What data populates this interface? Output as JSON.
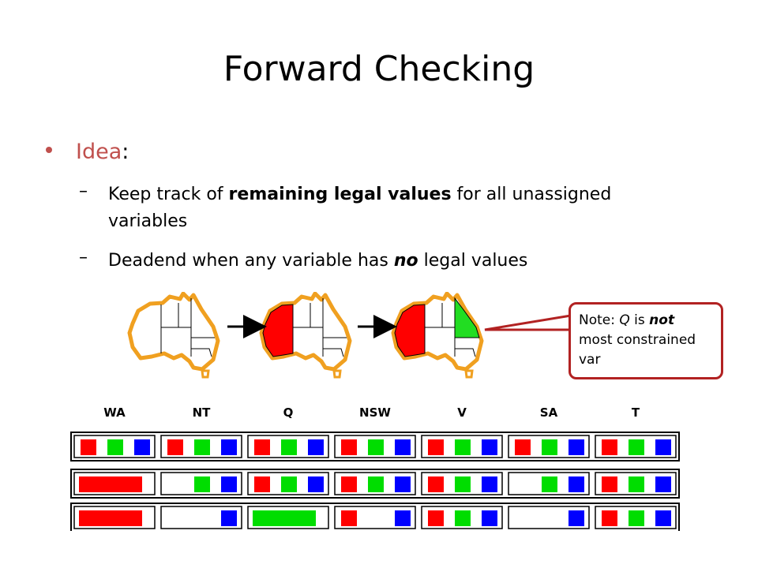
{
  "slide": {
    "title": "Forward Checking",
    "bullet": {
      "label": "Idea",
      "colon": ":"
    },
    "sub1": {
      "prefix": "Keep track of ",
      "bold": "remaining legal values",
      "suffix_line1": " for all unassigned",
      "line2": "variables"
    },
    "sub2": {
      "prefix": "Deadend when any variable has ",
      "italic_bold": "no",
      "suffix": " legal values"
    },
    "callout": {
      "prefix": "Note: ",
      "var": "Q",
      "mid": " is ",
      "emph": "not",
      "rest": "most constrained var"
    }
  },
  "colors": {
    "accent": "#c0504d",
    "red": "#ff0000",
    "green": "#00dd00",
    "blue": "#0000ff",
    "map_outline": "#f0a020"
  },
  "table": {
    "headers": [
      "WA",
      "NT",
      "Q",
      "NSW",
      "V",
      "SA",
      "T"
    ],
    "rows": [
      [
        [
          "r",
          "g",
          "b"
        ],
        [
          "r",
          "g",
          "b"
        ],
        [
          "r",
          "g",
          "b"
        ],
        [
          "r",
          "g",
          "b"
        ],
        [
          "r",
          "g",
          "b"
        ],
        [
          "r",
          "g",
          "b"
        ],
        [
          "r",
          "g",
          "b"
        ]
      ],
      [
        [
          "R"
        ],
        [
          "g",
          "b"
        ],
        [
          "r",
          "g",
          "b"
        ],
        [
          "r",
          "g",
          "b"
        ],
        [
          "r",
          "g",
          "b"
        ],
        [
          "g",
          "b"
        ],
        [
          "r",
          "g",
          "b"
        ]
      ],
      [
        [
          "R"
        ],
        [
          "b"
        ],
        [
          "G"
        ],
        [
          "r",
          "b"
        ],
        [
          "r",
          "g",
          "b"
        ],
        [
          "b"
        ],
        [
          "r",
          "g",
          "b"
        ]
      ]
    ]
  },
  "maps": [
    {
      "WA": null,
      "Q": null
    },
    {
      "WA": "red",
      "Q": null
    },
    {
      "WA": "red",
      "Q": "green"
    }
  ]
}
